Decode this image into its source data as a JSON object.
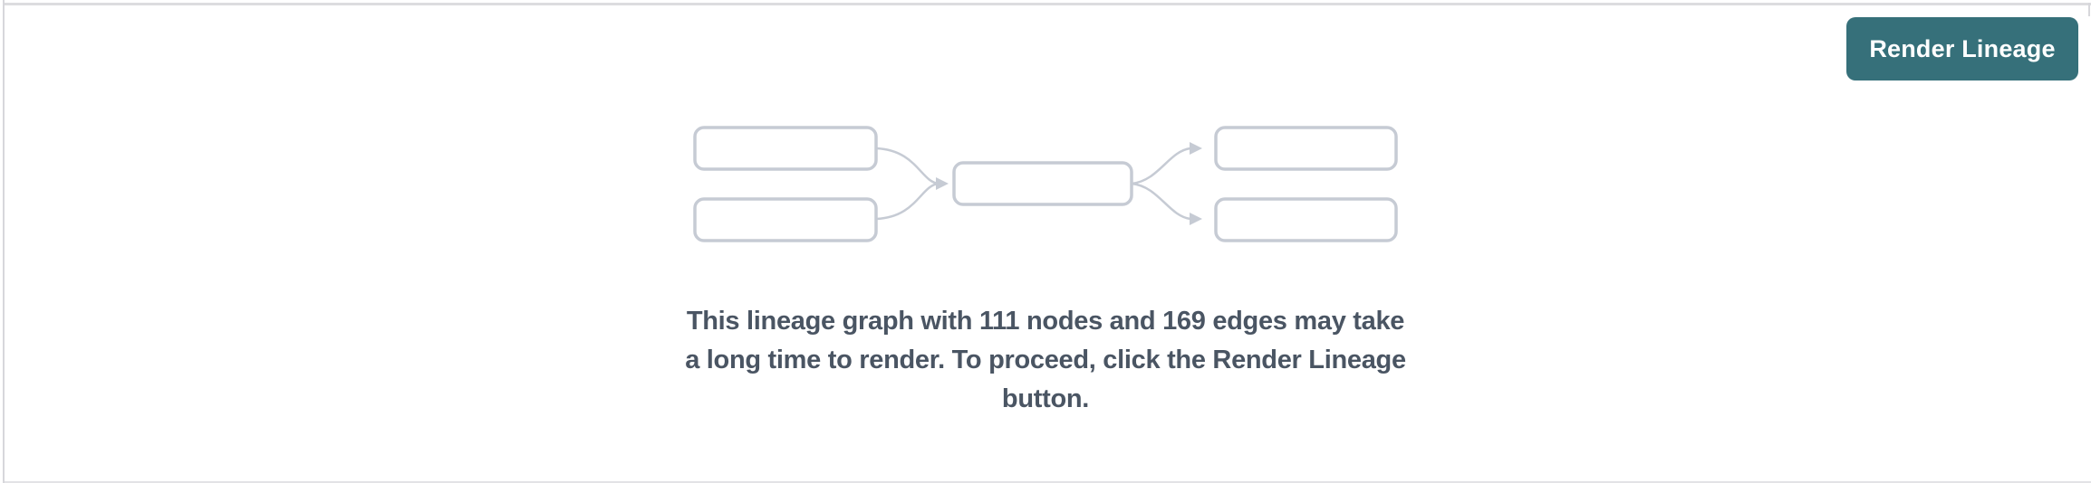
{
  "page": {
    "background": "#ffffff",
    "border_color": "#d7d7db"
  },
  "toolbar": {
    "render_button": {
      "label": "Render Lineage",
      "bg": "#36707a",
      "text_color": "#ffffff"
    }
  },
  "empty_state": {
    "illustration": {
      "name": "lineage-graph-placeholder",
      "node_boxes": 5,
      "edge_arrows": 4,
      "stroke_color": "#c6cbd4",
      "node_fill": "#ffffff"
    },
    "message": {
      "full_text": "This lineage graph with 111 nodes and 169 edges may take a long time to render. To proceed, click the Render Lineage button.",
      "lines": [
        "This lineage graph with 111 nodes and 169 edges may take",
        "a long time to render. To proceed, click the Render Lineage",
        "button."
      ],
      "node_count": "111",
      "edge_count": "169",
      "color": "#4a5563"
    }
  }
}
